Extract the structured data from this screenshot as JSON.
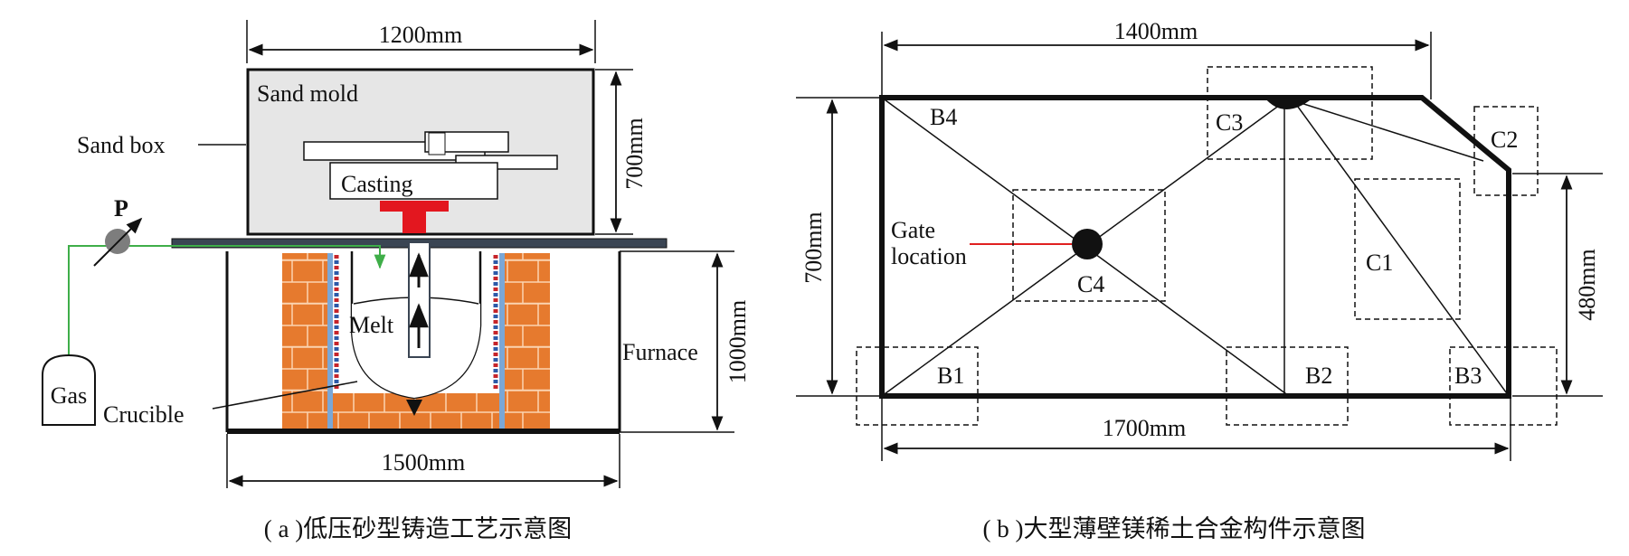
{
  "panel_a": {
    "dim_width_top": "1200mm",
    "dim_height_mold": "700mm",
    "dim_height_furnace": "1000mm",
    "dim_width_bottom": "1500mm",
    "label_sand_mold": "Sand mold",
    "label_sand_box": "Sand box",
    "label_casting": "Casting",
    "label_pressure": "P",
    "label_melt": "Melt",
    "label_furnace": "Furnace",
    "label_gas": "Gas",
    "label_crucible": "Crucible",
    "caption": "( a )低压砂型铸造工艺示意图",
    "colors": {
      "mold_fill": "#e6e6e6",
      "brick": "#e67a2e",
      "riser_red": "#e3171f",
      "gas_line": "#3fae49",
      "plate": "#3a4553",
      "furnace_wall_blue": "#7aa7d6"
    }
  },
  "panel_b": {
    "dim_top": "1400mm",
    "dim_left": "700mm",
    "dim_right": "480mm",
    "dim_bottom": "1700mm",
    "gate_label_line1": "Gate",
    "gate_label_line2": "location",
    "points": [
      "B1",
      "B2",
      "B3",
      "B4",
      "C1",
      "C2",
      "C3",
      "C4"
    ],
    "caption": "( b )大型薄壁镁稀土合金构件示意图",
    "colors": {
      "gate_pointer": "#e02020"
    }
  }
}
